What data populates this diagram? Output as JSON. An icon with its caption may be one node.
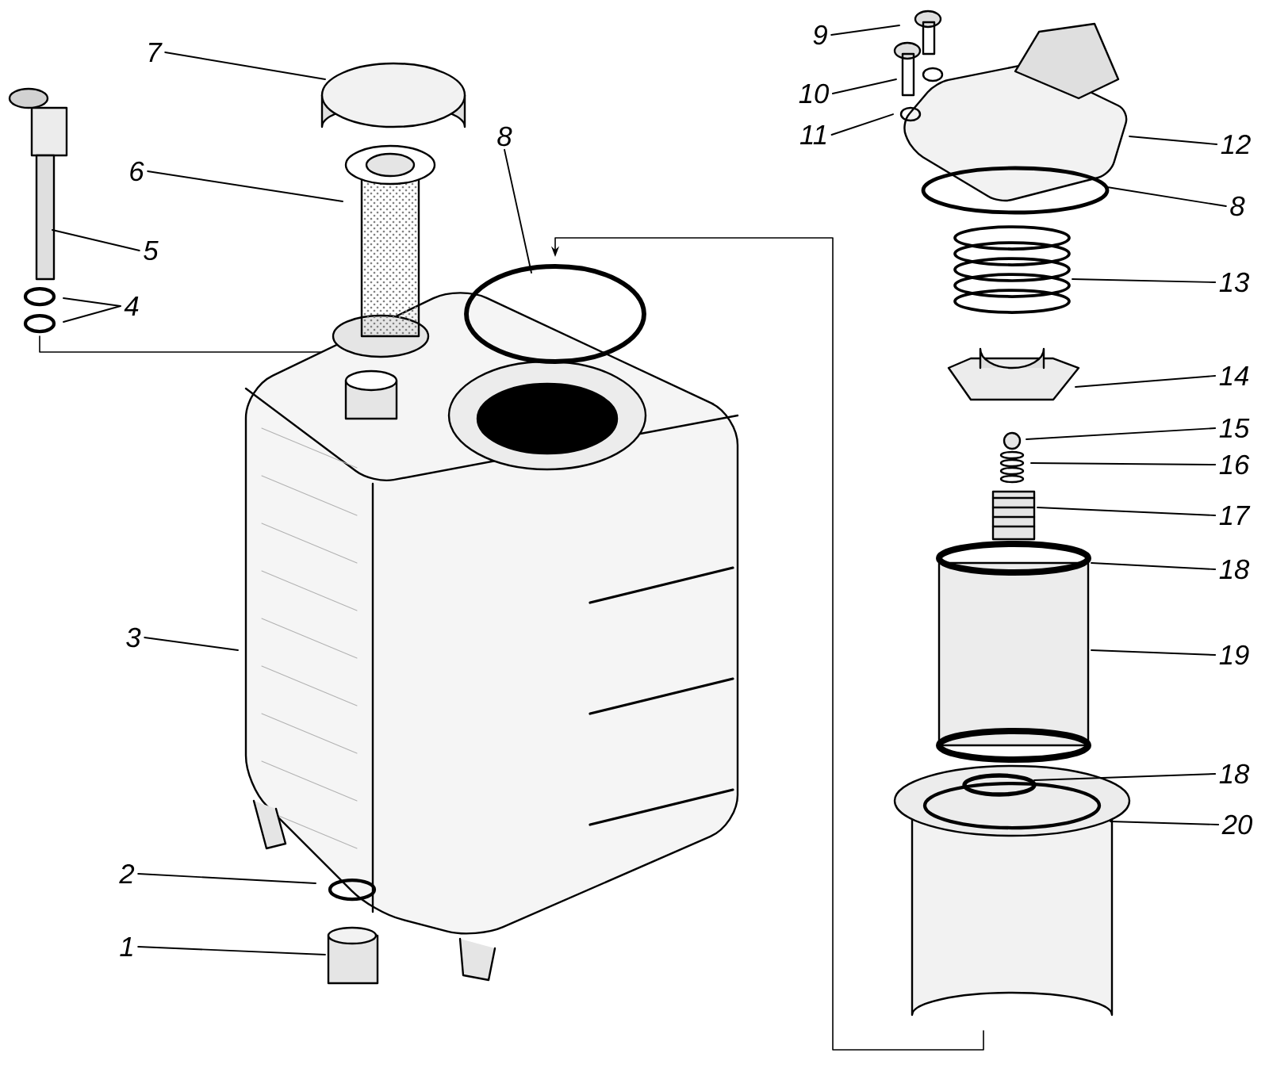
{
  "diagram": {
    "nodes": [
      {
        "text": [
          "7"
        ]
      },
      {
        "text": [
          "6"
        ]
      },
      {
        "text": [
          "5"
        ]
      },
      {
        "text": [
          "4"
        ]
      },
      {
        "text": [
          "8"
        ]
      },
      {
        "text": [
          "3"
        ]
      },
      {
        "text": [
          "2"
        ]
      },
      {
        "text": [
          "1"
        ]
      },
      {
        "text": [
          "9"
        ]
      },
      {
        "text": [
          "10"
        ]
      },
      {
        "text": [
          "11"
        ]
      },
      {
        "text": [
          "12"
        ]
      },
      {
        "text": [
          "8"
        ]
      },
      {
        "text": [
          "13"
        ]
      },
      {
        "text": [
          "14"
        ]
      },
      {
        "text": [
          "15"
        ]
      },
      {
        "text": [
          "16"
        ]
      },
      {
        "text": [
          "17"
        ]
      },
      {
        "text": [
          "18"
        ]
      },
      {
        "text": [
          "19"
        ]
      },
      {
        "text": [
          "18"
        ]
      },
      {
        "text": [
          "20"
        ]
      }
    ],
    "edges": [
      {
        "from": 0,
        "to": null,
        "arrow": "none"
      },
      {
        "from": 1,
        "to": null,
        "arrow": "none"
      },
      {
        "from": 2,
        "to": null,
        "arrow": "none"
      },
      {
        "from": 3,
        "to": null,
        "arrow": "none"
      },
      {
        "from": 3,
        "to": null,
        "arrow": "none"
      },
      {
        "from": 4,
        "to": null,
        "arrow": "none"
      },
      {
        "from": 5,
        "to": null,
        "arrow": "none"
      },
      {
        "from": 6,
        "to": null,
        "arrow": "none"
      },
      {
        "from": 7,
        "to": null,
        "arrow": "none"
      },
      {
        "from": 8,
        "to": null,
        "arrow": "none"
      },
      {
        "from": 9,
        "to": null,
        "arrow": "none"
      },
      {
        "from": 10,
        "to": null,
        "arrow": "none"
      },
      {
        "from": 11,
        "to": null,
        "arrow": "none"
      },
      {
        "from": 12,
        "to": null,
        "arrow": "none"
      },
      {
        "from": 13,
        "to": null,
        "arrow": "none"
      },
      {
        "from": 14,
        "to": null,
        "arrow": "none"
      },
      {
        "from": 15,
        "to": null,
        "arrow": "none"
      },
      {
        "from": 16,
        "to": null,
        "arrow": "none"
      },
      {
        "from": 17,
        "to": null,
        "arrow": "none"
      },
      {
        "from": 18,
        "to": null,
        "arrow": "none"
      },
      {
        "from": 19,
        "to": null,
        "arrow": "none"
      },
      {
        "from": 20,
        "to": null,
        "arrow": "none"
      },
      {
        "from": 21,
        "to": null,
        "arrow": "none"
      }
    ]
  }
}
